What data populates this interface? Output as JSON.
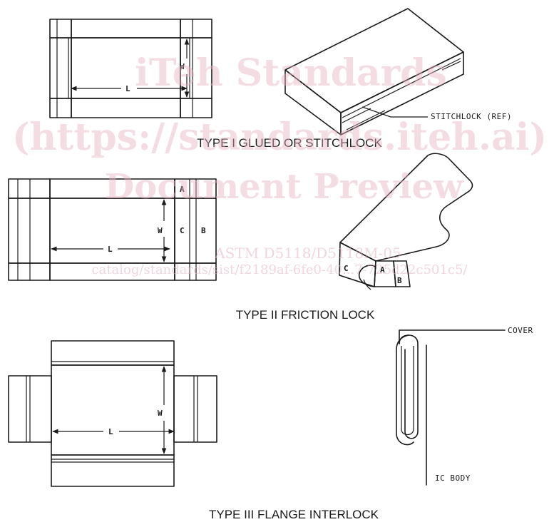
{
  "captions": {
    "type1": "TYPE I GLUED OR STITCHLOCK",
    "type2": "TYPE II FRICTION LOCK",
    "type3": "TYPE III FLANGE INTERLOCK"
  },
  "labels": {
    "L": "L",
    "W": "W",
    "A": "A",
    "B": "B",
    "C": "C",
    "stitchlock_ref": "STITCHLOCK (REF)",
    "cover": "COVER",
    "ic_body": "IC BODY"
  },
  "watermark": {
    "line1": "iTeh Standards",
    "line2": "(https://standards.iteh.ai)",
    "line3": "Document Preview",
    "line4": "ASTM D5118/D5118M-05",
    "line5": "catalog/standards/sist/f2189af-6fe0-40...7-725d22c501c5/"
  },
  "colors": {
    "ink": "#1a1a1a",
    "watermark": "#e5b3c0"
  }
}
